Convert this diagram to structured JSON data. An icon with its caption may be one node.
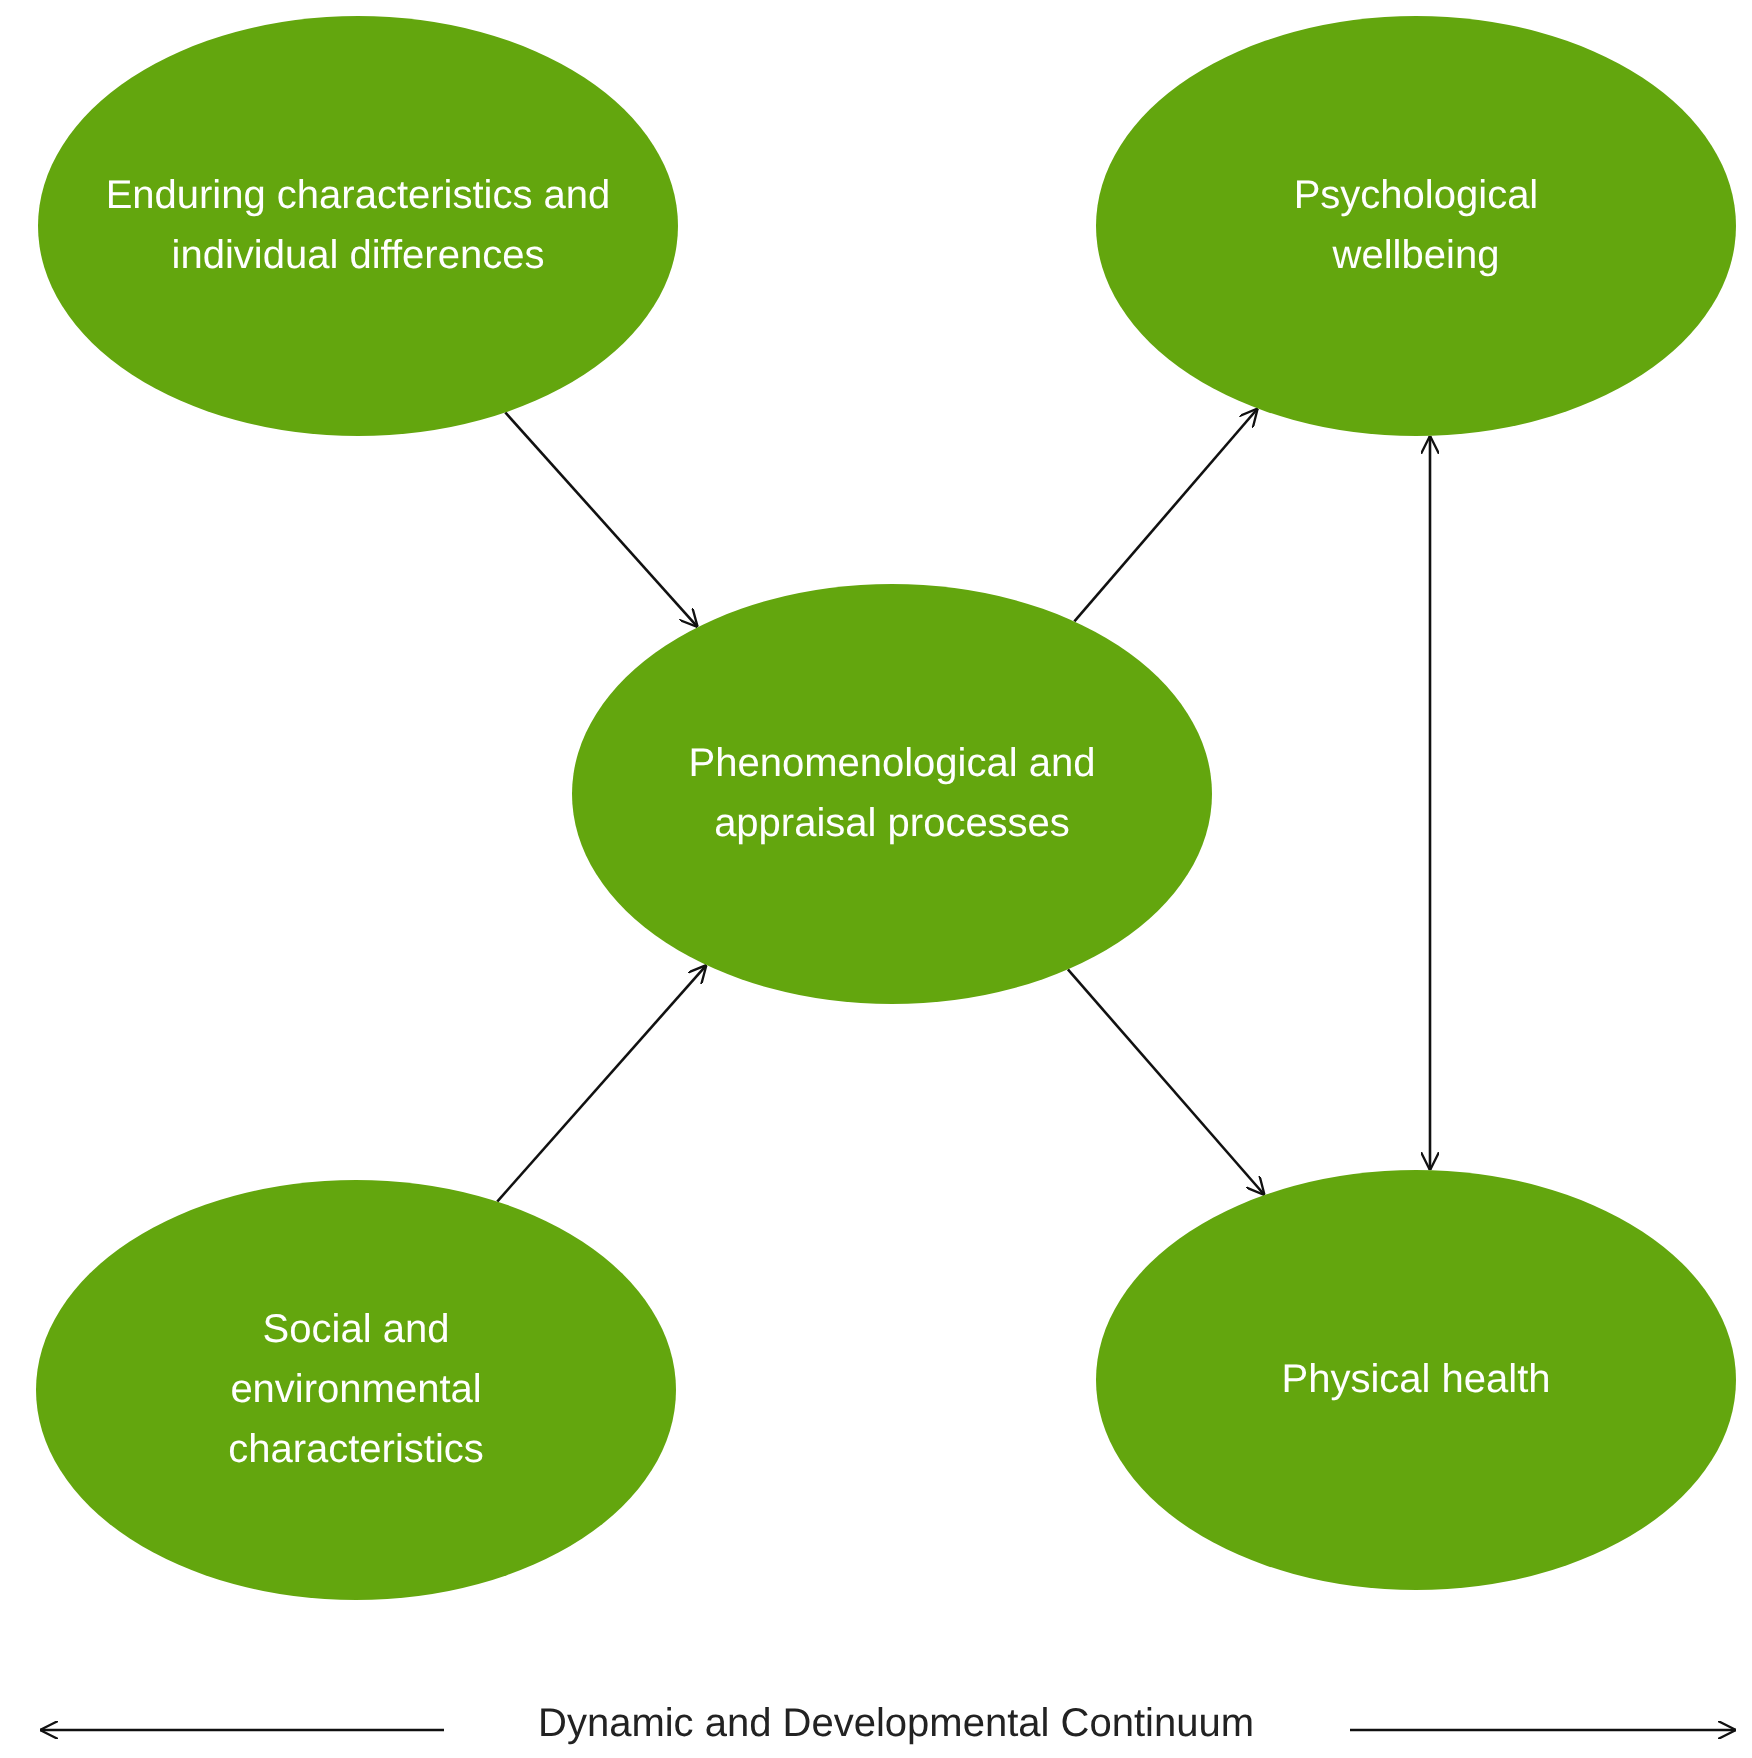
{
  "diagram": {
    "nodes": [
      {
        "text": [
          "Enduring characteristics and individual differences"
        ]
      },
      {
        "text": [
          "Psychological wellbeing"
        ]
      },
      {
        "text": [
          "Phenomenological and appraisal processes"
        ]
      },
      {
        "text": [
          "Social and environmental characteristics"
        ]
      },
      {
        "text": [
          "Physical health"
        ]
      }
    ],
    "edges": [
      {
        "from": 0,
        "to": 2,
        "arrow": "to"
      },
      {
        "from": 2,
        "to": 1,
        "arrow": "to"
      },
      {
        "from": 1,
        "to": 4,
        "arrow": "both"
      },
      {
        "from": 3,
        "to": 2,
        "arrow": "to"
      },
      {
        "from": 2,
        "to": 4,
        "arrow": "to"
      }
    ],
    "labels": [
      "Dynamic and Developmental Continuum"
    ]
  }
}
